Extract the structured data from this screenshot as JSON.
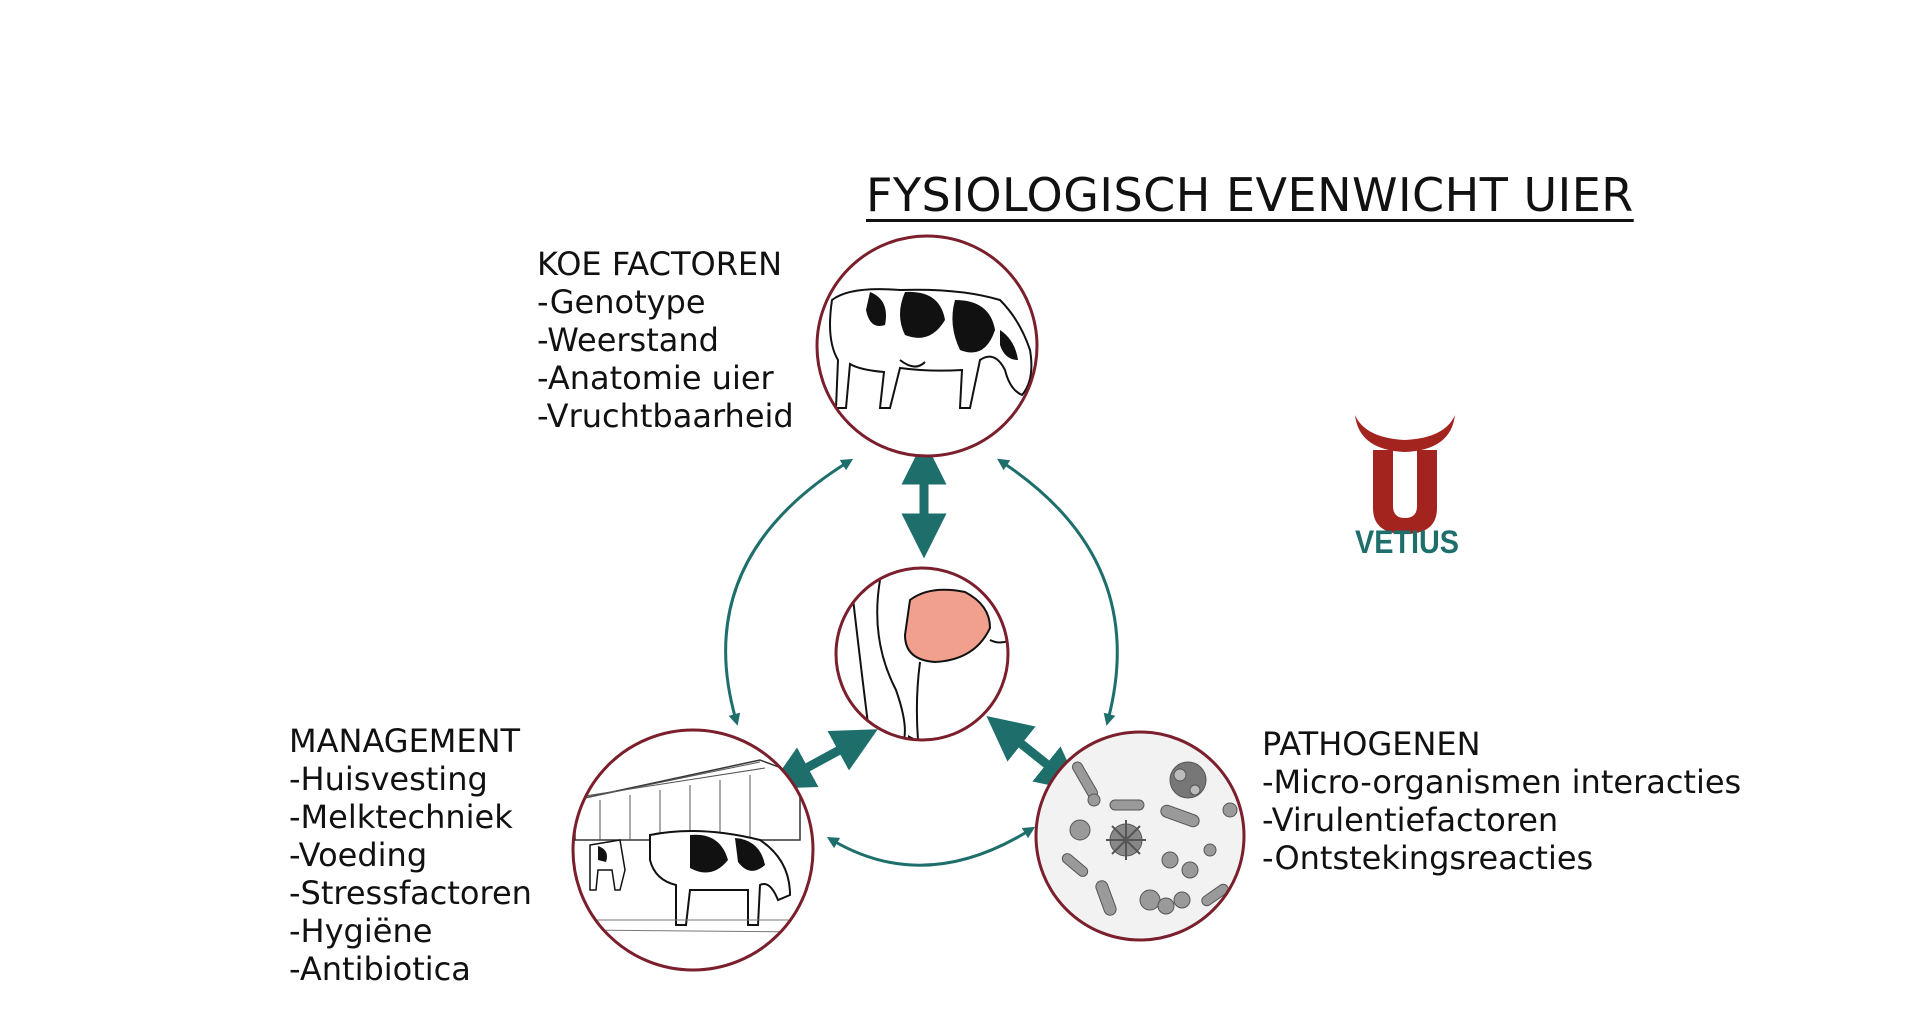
{
  "title": "FYSIOLOGISCH EVENWICHT UIER",
  "colors": {
    "arrow": "#1e6f6c",
    "circle": "#7a1f2b",
    "udder": "#f0a08c",
    "logo_red": "#a3231f",
    "logo_teal": "#1e6f6c"
  },
  "koe_factoren": {
    "heading": "KOE FACTOREN",
    "items": [
      "-Genotype",
      "-Weerstand",
      "-Anatomie uier",
      "-Vruchtbaarheid"
    ]
  },
  "management": {
    "heading": "MANAGEMENT",
    "items": [
      "-Huisvesting",
      "-Melktechniek",
      "-Voeding",
      "-Stressfactoren",
      "-Hygiëne",
      "-Antibiotica"
    ]
  },
  "pathogenen": {
    "heading": "PATHOGENEN",
    "items": [
      "-Micro-organismen interacties",
      "-Virulentiefactoren",
      "-Ontstekingsreacties"
    ]
  },
  "logo": {
    "text": "VETIUS",
    "icon": "vetius-horns-u-logo"
  },
  "illustrations": {
    "top": "grazing-cow-illustration",
    "center": "udder-illustration",
    "left": "barn-cow-illustration",
    "right": "microorganisms-illustration"
  }
}
